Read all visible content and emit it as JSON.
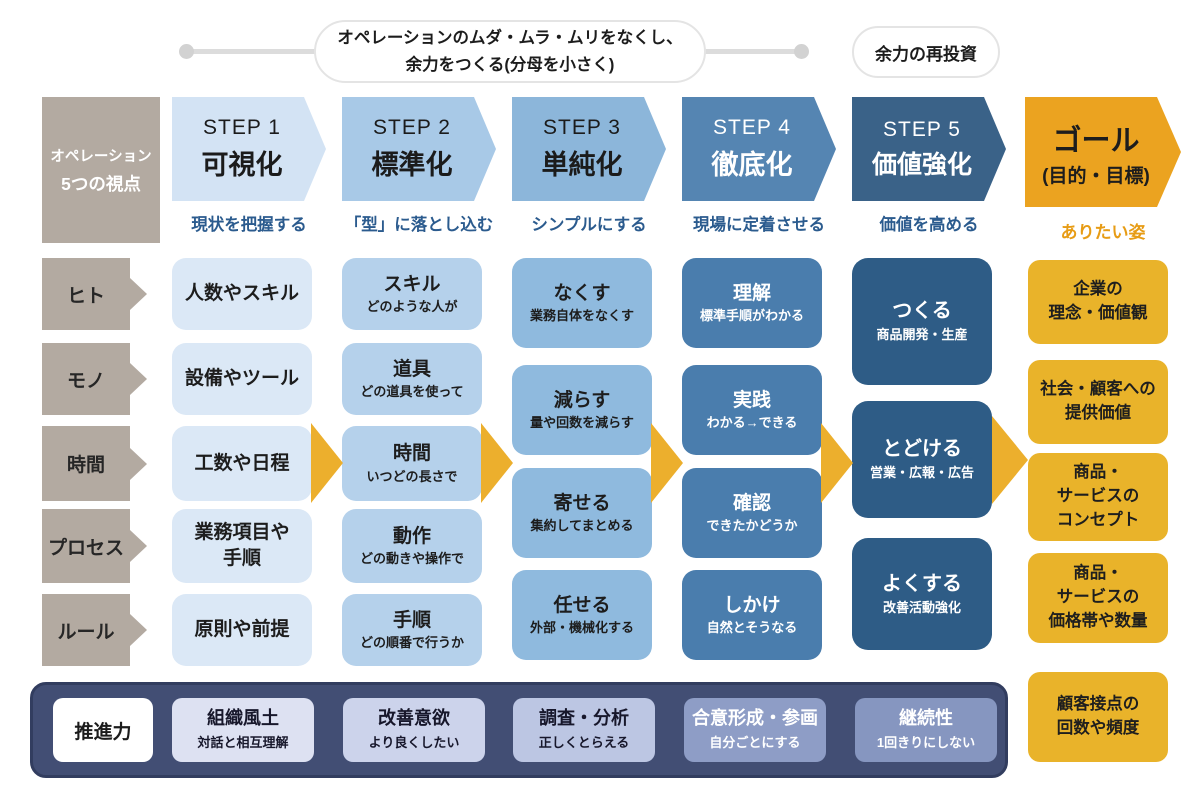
{
  "top": {
    "process_note": "オペレーションのムダ・ムラ・ムリをなくし、\n余力をつくる(分母を小さく)",
    "reinvest_note": "余力の再投資"
  },
  "corner": {
    "line1": "オペレーション",
    "line2": "5つの視点"
  },
  "row_labels": [
    "ヒト",
    "モノ",
    "時間",
    "プロセス",
    "ルール"
  ],
  "steps": [
    {
      "step": "STEP 1",
      "title": "可視化",
      "subtitle": "現状を把握する"
    },
    {
      "step": "STEP 2",
      "title": "標準化",
      "subtitle": "「型」に落とし込む"
    },
    {
      "step": "STEP 3",
      "title": "単純化",
      "subtitle": "シンプルにする"
    },
    {
      "step": "STEP 4",
      "title": "徹底化",
      "subtitle": "現場に定着させる"
    },
    {
      "step": "STEP 5",
      "title": "価値強化",
      "subtitle": "価値を高める"
    }
  ],
  "goal_header": {
    "title": "ゴール",
    "paren": "(目的・目標)",
    "tagline": "ありたい姿"
  },
  "cols": {
    "step1": [
      "人数やスキル",
      "設備やツール",
      "工数や日程",
      "業務項目や\n手順",
      "原則や前提"
    ],
    "step2": [
      {
        "title": "スキル",
        "sub": "どのような人が"
      },
      {
        "title": "道具",
        "sub": "どの道具を使って"
      },
      {
        "title": "時間",
        "sub": "いつどの長さで"
      },
      {
        "title": "動作",
        "sub": "どの動きや操作で"
      },
      {
        "title": "手順",
        "sub": "どの順番で行うか"
      }
    ],
    "step3": [
      {
        "title": "なくす",
        "sub": "業務自体をなくす"
      },
      {
        "title": "減らす",
        "sub": "量や回数を減らす"
      },
      {
        "title": "寄せる",
        "sub": "集約してまとめる"
      },
      {
        "title": "任せる",
        "sub": "外部・機械化する"
      }
    ],
    "step4": [
      {
        "title": "理解",
        "sub": "標準手順がわかる"
      },
      {
        "title": "実践",
        "sub": "わかる→できる"
      },
      {
        "title": "確認",
        "sub": "できたかどうか"
      },
      {
        "title": "しかけ",
        "sub": "自然とそうなる"
      }
    ],
    "step5": [
      {
        "title": "つくる",
        "sub": "商品開発・生産"
      },
      {
        "title": "とどける",
        "sub": "営業・広報・広告"
      },
      {
        "title": "よくする",
        "sub": "改善活動強化"
      }
    ],
    "goal": [
      "企業の\n理念・価値観",
      "社会・顧客への\n提供価値",
      "商品・\nサービスの\nコンセプト",
      "商品・\nサービスの\n価格帯や数量",
      "顧客接点の\n回数や頻度"
    ]
  },
  "drive": {
    "label": "推進力",
    "items": [
      {
        "title": "組織風土",
        "sub": "対話と相互理解"
      },
      {
        "title": "改善意欲",
        "sub": "より良くしたい"
      },
      {
        "title": "調査・分析",
        "sub": "正しくとらえる"
      },
      {
        "title": "合意形成・参画",
        "sub": "自分ごとにする"
      },
      {
        "title": "継続性",
        "sub": "1回きりにしない"
      }
    ]
  },
  "colors": {
    "taupe": "#b3aaa1",
    "step_blues": [
      "#d3e3f4",
      "#a8c9e7",
      "#8cb6da",
      "#5585b2",
      "#3a6288"
    ],
    "cell_blues": [
      "#dbe8f6",
      "#b5d1eb",
      "#8fbade",
      "#4a7dad",
      "#2e5c86"
    ],
    "goal_header_gold": "#eba320",
    "goal_cell_gold": "#e9b32a",
    "flow_arrow_gold": "#ecaf2d",
    "subtitle_blue": "#2b5b8e",
    "tagline_orange": "#e79c15",
    "drive_bar_navy": "#424e74",
    "drive_item_shades": [
      "#dde1f2",
      "#ccd3eb",
      "#bcc6e3",
      "#8e9dc6",
      "#8696c0"
    ]
  }
}
